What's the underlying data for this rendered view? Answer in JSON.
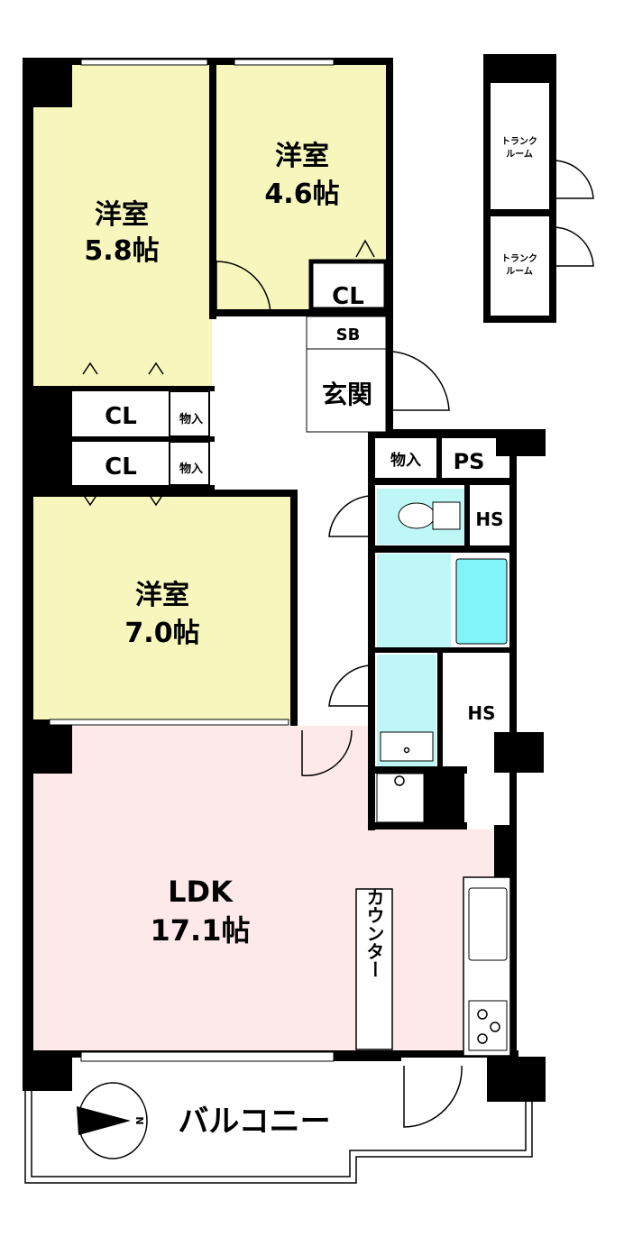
{
  "rooms": {
    "western_1": {
      "name": "洋室",
      "size": "5.8帖"
    },
    "western_2": {
      "name": "洋室",
      "size": "4.6帖"
    },
    "western_3": {
      "name": "洋室",
      "size": "7.0帖"
    },
    "ldk": {
      "name": "LDK",
      "size": "17.1帖"
    },
    "entrance": "玄関",
    "shoe_box": "SB",
    "closet": "CL",
    "storage": "物入",
    "pipe_space": "PS",
    "heat_source": "HS",
    "counter": "カウンター",
    "balcony": "バルコニー",
    "trunk_room": [
      "トランク",
      "ルーム"
    ]
  },
  "compass": {
    "label": "N"
  },
  "colors": {
    "western": "#f7f7bd",
    "ldk": "#fde8ea",
    "wet": "#bff7f7",
    "tub": "#80f4f8"
  }
}
